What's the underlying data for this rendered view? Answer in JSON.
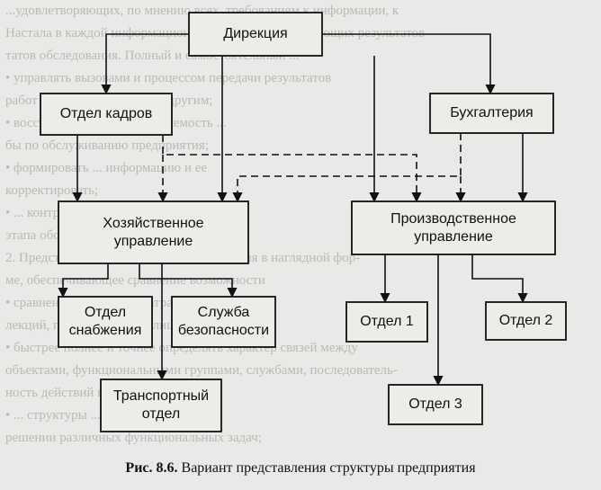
{
  "background_text": [
    "...удовлетворяющих, по мнению всех, требованиям к информации, к",
    "Настала в каждой информационной сфере соответствующих результатов",
    "татов обследования. Полный и самостоятельный ...",
    "• управлять вызовами и процессом передачи результатов",
    "работ одних подразделений другим;",
    "• восстановить взаимозаменяемость ...",
    "бы по обслуживанию предприятия;",
    "• формировать ... информацию и ее",
    "корректировать;",
    "• ... контроль качества ...",
    "этапа обследования ...",
    "2. Представление результатов обследования в наглядной фор-",
    "ме, обеспечивающее сравнение возможности",
    "• сравнение временных затрат ...",
    "лекций, подразделений и лиц ...",
    "• быстрее полнее и точнее определять характер связей между",
    "объектами, функциональными группами, службами, последователь-",
    "ность действий в ...",
    "• ... структуры ... при",
    "решении различных функциональных задач;"
  ],
  "boxes": {
    "direktsiya": "Дирекция",
    "otdel_kadrov": "Отдел кадров",
    "bukhgalteriya": "Бухгалтерия",
    "khoz_upravlenie": "Хозяйственное\nуправление",
    "proizv_upravlenie": "Производственное\nуправление",
    "otdel_snabzheniya": "Отдел\nснабжения",
    "sluzhba_bezopasnosti": "Служба\nбезопасности",
    "transportnyi_otdel": "Транспортный\nотдел",
    "otdel_1": "Отдел 1",
    "otdel_2": "Отдел 2",
    "otdel_3": "Отдел 3"
  },
  "caption": {
    "label": "Рис. 8.6.",
    "text": " Вариант представления структуры предприятия"
  }
}
